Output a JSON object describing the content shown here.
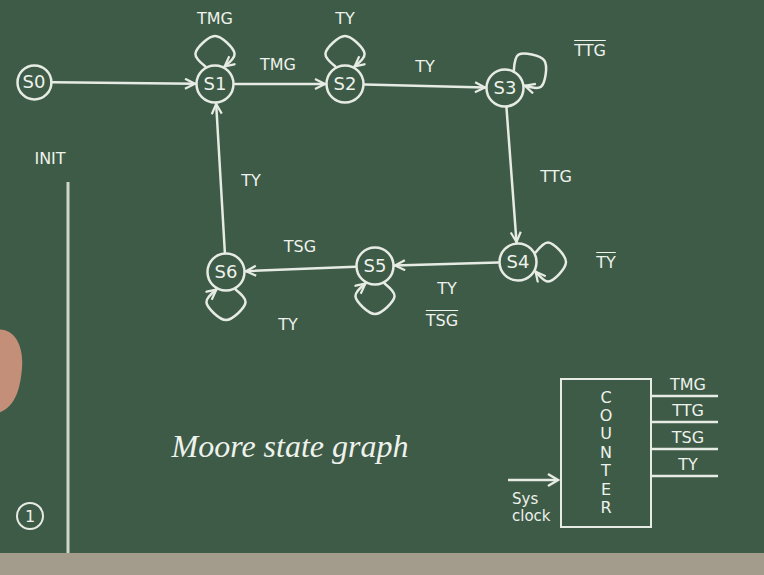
{
  "diagram": {
    "nodes": [
      {
        "text": [
          "S0"
        ]
      },
      {
        "text": [
          "S1"
        ]
      },
      {
        "text": [
          "S2"
        ]
      },
      {
        "text": [
          "S3"
        ]
      },
      {
        "text": [
          "S4"
        ]
      },
      {
        "text": [
          "S5"
        ]
      },
      {
        "text": [
          "S6"
        ]
      },
      {
        "text": [
          "COUNTER"
        ]
      }
    ],
    "edges": [
      {
        "from": 0,
        "to": 1,
        "arrow": "to"
      },
      {
        "from": 1,
        "to": 1,
        "label": "TMG",
        "arrow": "to"
      },
      {
        "from": 1,
        "to": 2,
        "label": "TMG",
        "arrow": "to"
      },
      {
        "from": 2,
        "to": 2,
        "label": "TY",
        "arrow": "to"
      },
      {
        "from": 2,
        "to": 3,
        "label": "TY",
        "arrow": "to"
      },
      {
        "from": 3,
        "to": 3,
        "label": "TTG",
        "arrow": "to"
      },
      {
        "from": 3,
        "to": 4,
        "label": "TTG",
        "arrow": "to"
      },
      {
        "from": 4,
        "to": 4,
        "label": "TY",
        "arrow": "to"
      },
      {
        "from": 4,
        "to": 5,
        "label": "TY",
        "arrow": "to"
      },
      {
        "from": 5,
        "to": 5,
        "label": "TSG",
        "arrow": "to"
      },
      {
        "from": 5,
        "to": 6,
        "label": "TSG",
        "arrow": "to"
      },
      {
        "from": 6,
        "to": 6,
        "label": "TY",
        "arrow": "to"
      },
      {
        "from": 6,
        "to": 1,
        "label": "TY",
        "arrow": "to"
      }
    ],
    "labels": [
      "INIT",
      "Moore state graph",
      "1",
      "TMG",
      "TTG",
      "TSG",
      "TY",
      "Sys clock"
    ]
  }
}
